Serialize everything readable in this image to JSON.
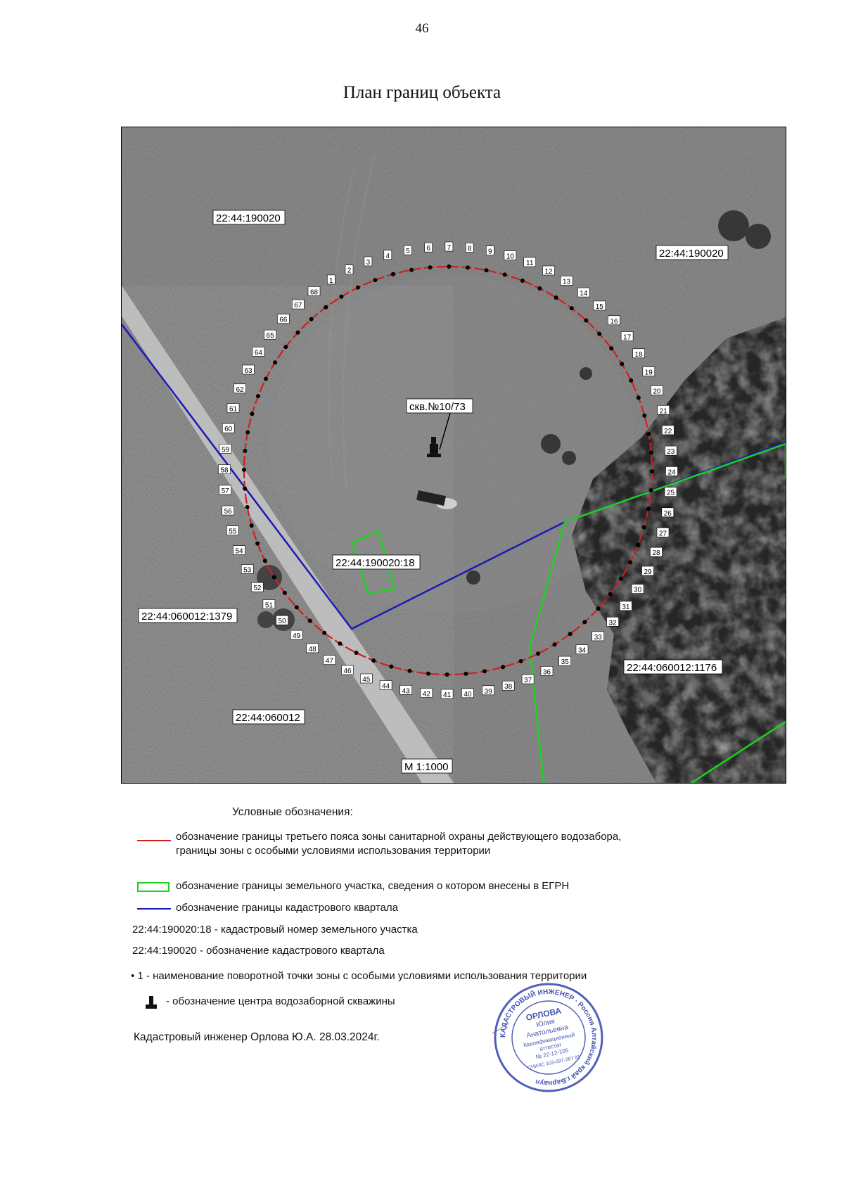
{
  "page_number": "46",
  "title": "План границ объекта",
  "map": {
    "well_label": "скв.№10/73",
    "scale": "М 1:1000",
    "zone_point_labels": [
      "1",
      "2",
      "3",
      "4",
      "5",
      "6",
      "7",
      "8",
      "9",
      "10",
      "11",
      "12",
      "13",
      "14",
      "15",
      "16",
      "17",
      "18",
      "19",
      "20",
      "21",
      "22",
      "23",
      "24",
      "25",
      "26",
      "27",
      "28",
      "29",
      "30",
      "31",
      "32",
      "33",
      "34",
      "35",
      "36",
      "37",
      "38",
      "39",
      "40",
      "41",
      "42",
      "43",
      "44",
      "45",
      "46",
      "47",
      "48",
      "49",
      "50",
      "51",
      "52",
      "53",
      "54",
      "55",
      "56",
      "57",
      "58",
      "59",
      "60",
      "61",
      "62",
      "63",
      "64",
      "65",
      "66",
      "67",
      "68"
    ],
    "cadastral_labels": {
      "q_190020_top_left": "22:44:190020",
      "q_190020_top_right": "22:44:190020",
      "parcel_190020_18": "22:44:190020:18",
      "parcel_060012_1379": "22:44:060012:1379",
      "parcel_060012_1176": "22:44:060012:1176",
      "q_060012": "22:44:060012"
    },
    "colors": {
      "zone_boundary": "#d31e1e",
      "parcel_boundary": "#1fd11f",
      "quarter_boundary": "#1a1ab8"
    }
  },
  "legend": {
    "heading": "Условные обозначения:",
    "zone_line1": "обозначение границы третьего пояса зоны санитарной охраны действующего водозабора,",
    "zone_line2": "границы зоны с особыми условиями использования территории",
    "parcel": "обозначение границы земельного участка, сведения о котором внесены в ЕГРН",
    "quarter": "обозначение границы кадастрового квартала",
    "parcel_number": "22:44:190020:18 - кадастровый номер земельного участка",
    "quarter_number": "22:44:190020 - обозначение кадастрового квартала",
    "point": "• 1 - наименование поворотной точки зоны с особыми условиями использования территории",
    "well": "- обозначение центра водозаборной скважины"
  },
  "signature": "Кадастровый инженер Орлова Ю.А. 28.03.2024г.",
  "stamp": {
    "ring_text": "КАДАСТРОВЫЙ ИНЖЕНЕР · Россия Алтайский край г.Барнаул",
    "surname": "ОРЛОВА",
    "name": "Юлия",
    "patronymic": "Анатольевна",
    "cert_line1": "Квалификационный",
    "cert_line2": "аттестат",
    "cert_no": "№ 22-12-105",
    "snils": "СНИЛС 103-097-287 81"
  }
}
